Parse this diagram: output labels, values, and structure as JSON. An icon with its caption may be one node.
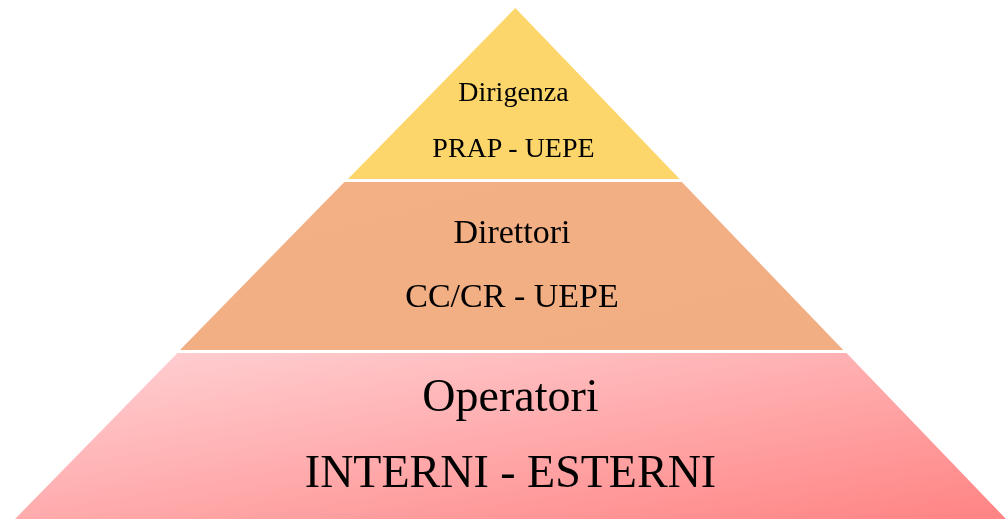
{
  "diagram": {
    "nodes": [
      {
        "text": [
          "Dirigenza",
          "PRAP - UEPE"
        ]
      },
      {
        "text": [
          "Direttori",
          "CC/CR - UEPE"
        ]
      },
      {
        "text": [
          "Operatori",
          "INTERNI - ESTERNI"
        ]
      }
    ]
  }
}
